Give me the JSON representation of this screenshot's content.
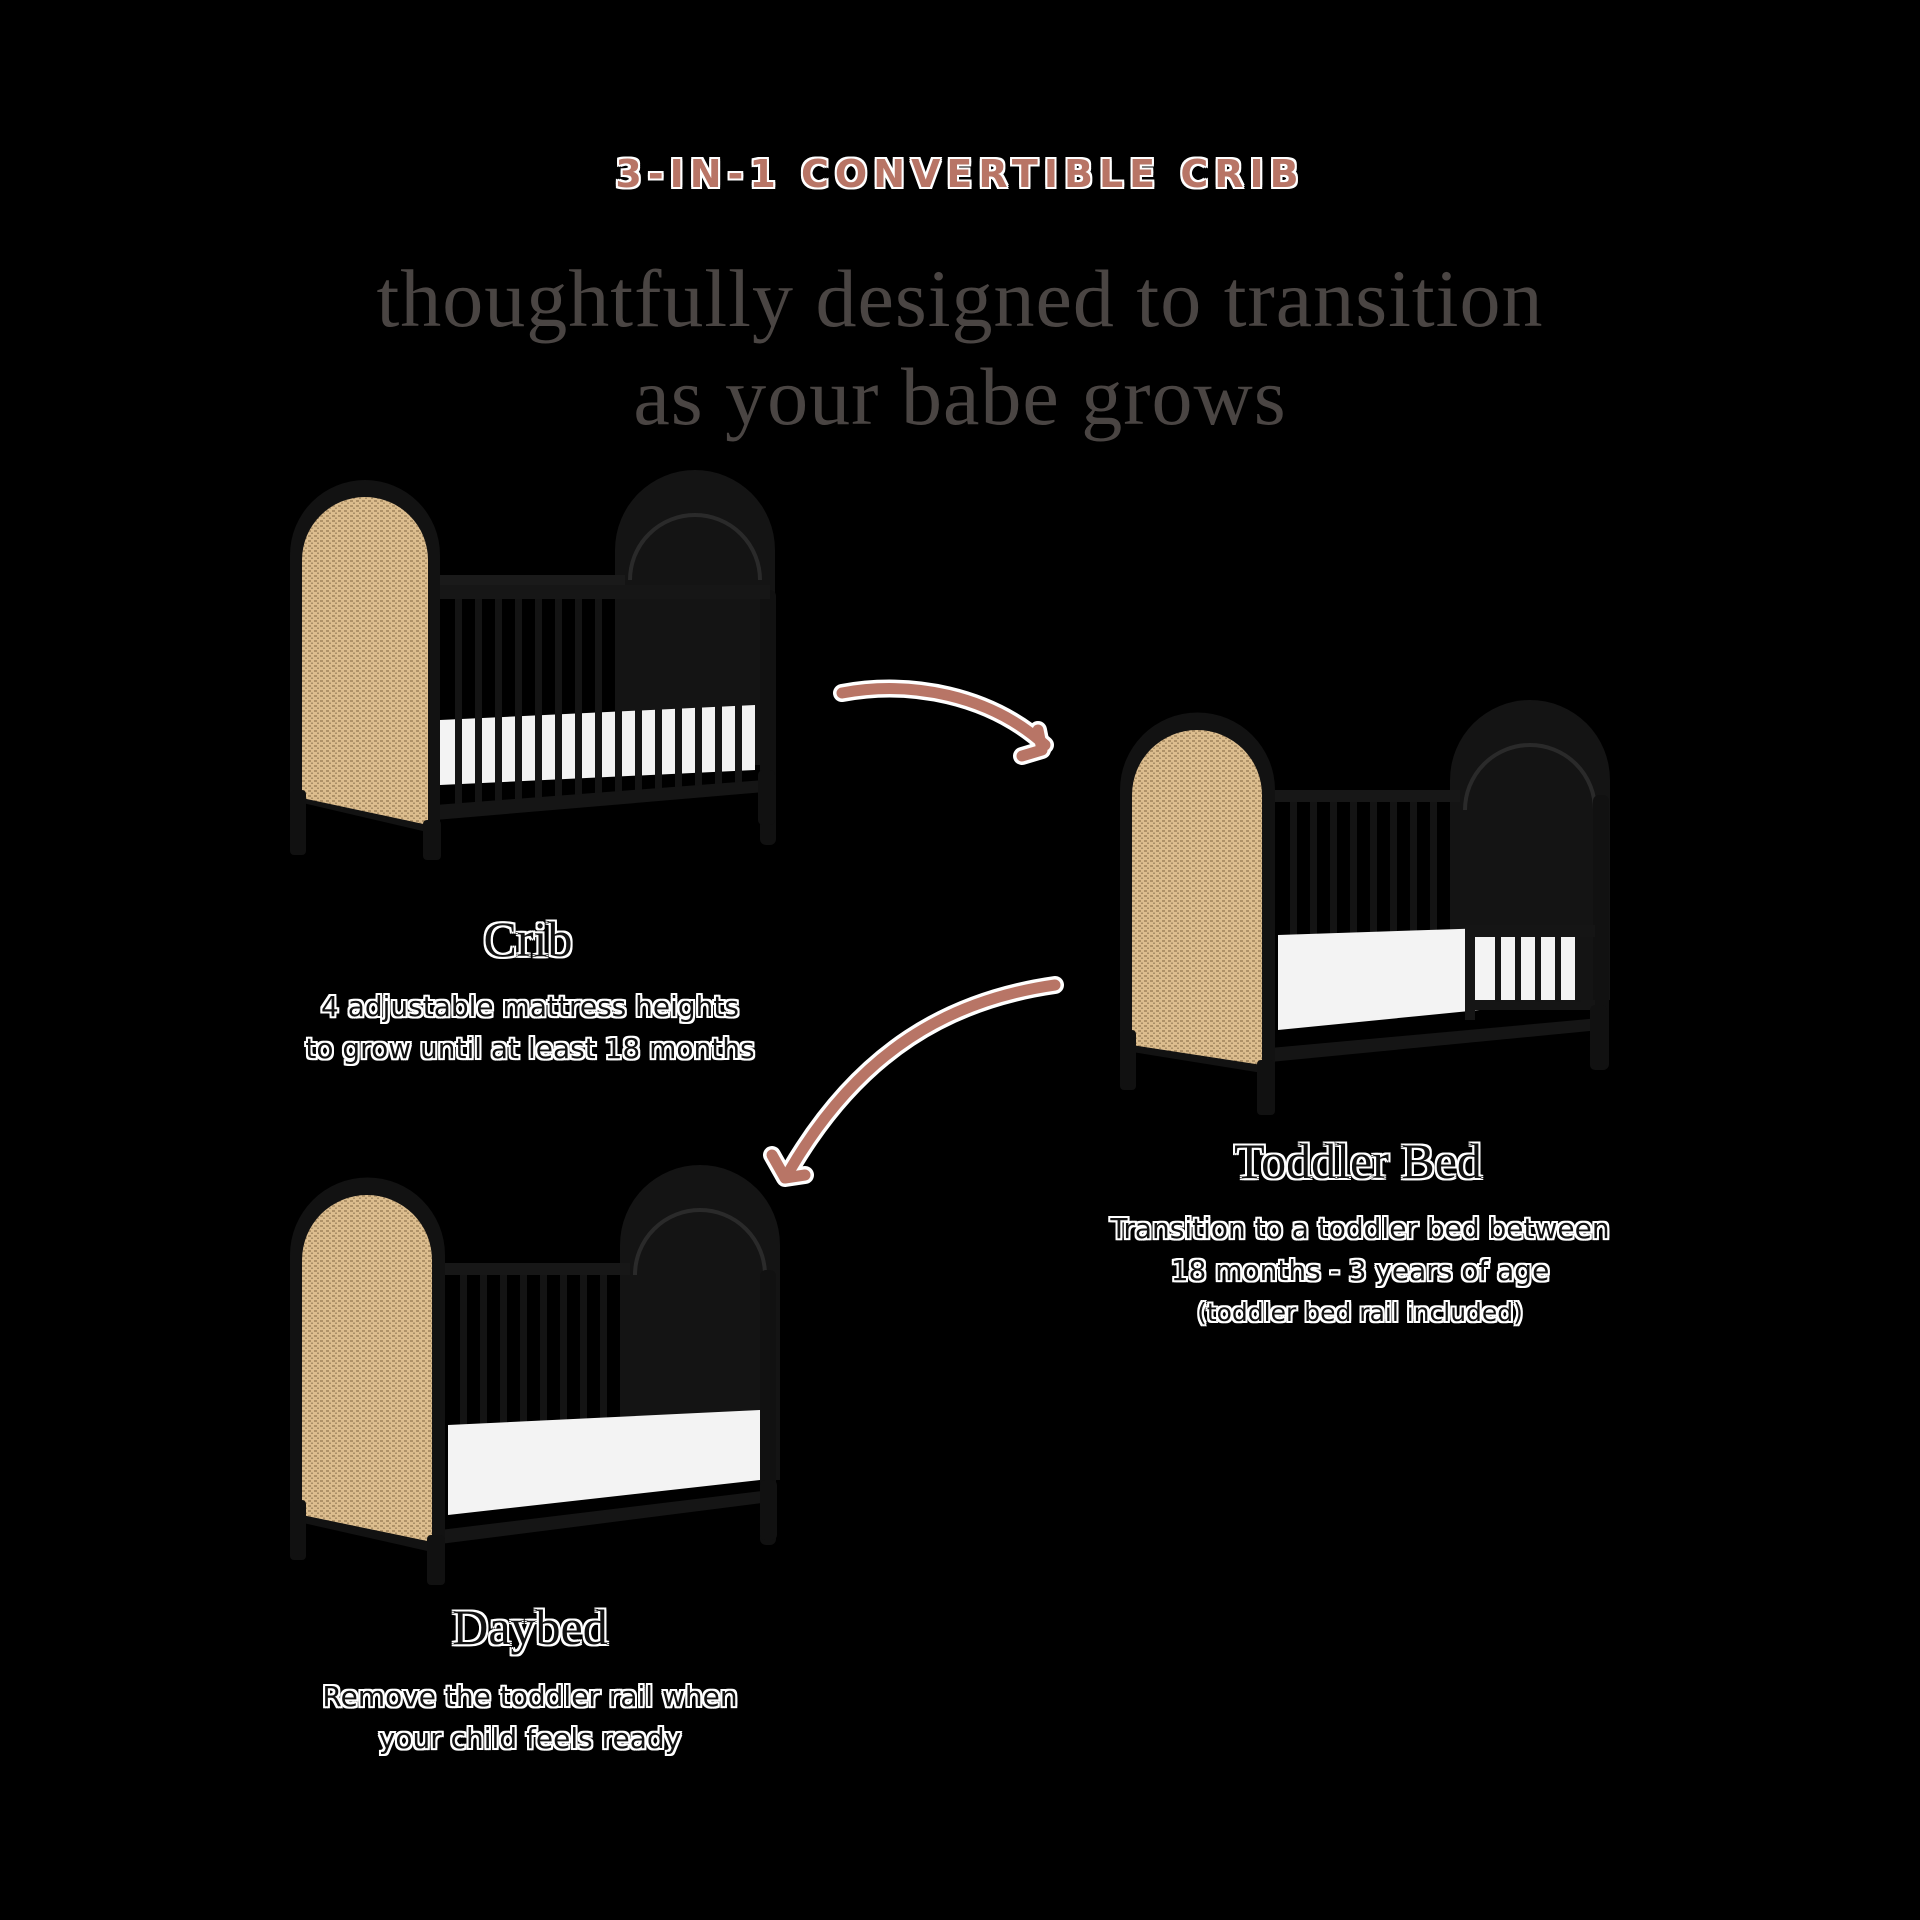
{
  "eyebrow": "3-IN-1 CONVERTIBLE CRIB",
  "headline": {
    "line1": "thoughtfully designed to transition",
    "line2": "as your babe grows"
  },
  "colors": {
    "background": "#000000",
    "accent": "#b87566",
    "headline": "#4a4543",
    "frame": "#151515",
    "cane": "#d8b98a",
    "mattress": "#f4f4f4"
  },
  "stages": [
    {
      "id": "crib",
      "title": "Crib",
      "description": [
        "4 adjustable mattress heights",
        "to grow until at least 18 months"
      ],
      "image": "crib-illustration"
    },
    {
      "id": "toddler-bed",
      "title": "Toddler Bed",
      "description": [
        "Transition to a toddler bed between",
        "18 months - 3 years of age"
      ],
      "note": "(toddler bed rail included)",
      "image": "toddler-bed-illustration"
    },
    {
      "id": "daybed",
      "title": "Daybed",
      "description": [
        "Remove the toddler rail when",
        "your child feels ready"
      ],
      "image": "daybed-illustration"
    }
  ],
  "arrows": [
    {
      "name": "arrow-crib-to-toddler",
      "direction": "right-down"
    },
    {
      "name": "arrow-toddler-to-daybed",
      "direction": "left-down"
    }
  ]
}
